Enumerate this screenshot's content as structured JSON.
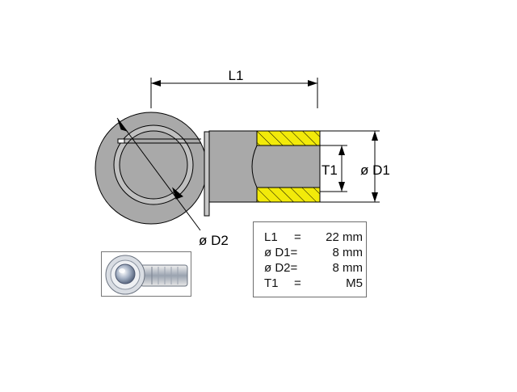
{
  "labels": {
    "L1": "L1",
    "T1": "T1",
    "D1": "ø D1",
    "D2": "ø D2"
  },
  "specs": [
    {
      "key": "L1",
      "eq": "=",
      "value": "22 mm"
    },
    {
      "key": "ø D1=",
      "eq": "",
      "value": "8 mm"
    },
    {
      "key": "ø D2=",
      "eq": "",
      "value": "8 mm"
    },
    {
      "key": "T1",
      "eq": "=",
      "value": "M5"
    }
  ],
  "colors": {
    "body_gray": "#a9a9a9",
    "thread_yellow": "#f2ea0a",
    "outline": "#000000"
  }
}
